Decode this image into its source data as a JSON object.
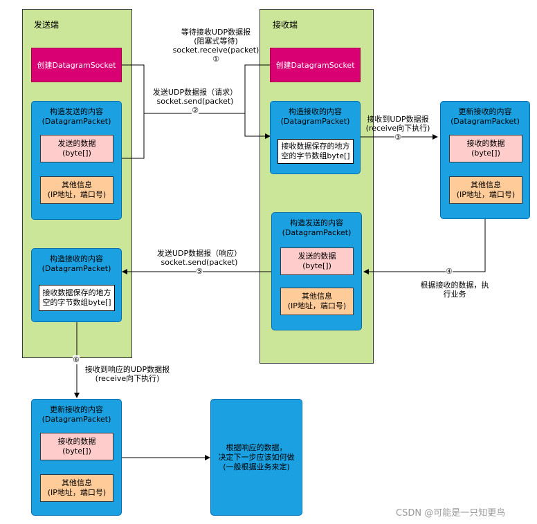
{
  "sender_lane": {
    "title": "发送端"
  },
  "receiver_lane": {
    "title": "接收端"
  },
  "sender_socket": "创建DatagramSocket",
  "receiver_socket": "创建DatagramSocket",
  "sender_send_packet": {
    "title": [
      "构造发送的内容",
      "(DatagramPacket)"
    ],
    "data": [
      "发送的数据",
      "(byte[])"
    ],
    "info": [
      "其他信息",
      "(IP地址，端口号)"
    ]
  },
  "receiver_recv_packet": {
    "title": [
      "构造接收的内容",
      "(DatagramPacket)"
    ],
    "buffer": [
      "接收数据保存的地方",
      "空的字节数组byte[]"
    ]
  },
  "receiver_updated_packet": {
    "title": [
      "更新接收的内容",
      "(DatagramPacket)"
    ],
    "data": [
      "接收的数据",
      "(byte[])"
    ],
    "info": [
      "其他信息",
      "(IP地址，端口号)"
    ]
  },
  "receiver_send_packet": {
    "title": [
      "构造发送的内容",
      "(DatagramPacket)"
    ],
    "data": [
      "发送的数据",
      "(byte[])"
    ],
    "info": [
      "其他信息",
      "(IP地址，端口号)"
    ]
  },
  "sender_recv_packet": {
    "title": [
      "构造接收的内容",
      "(DatagramPacket)"
    ],
    "buffer": [
      "接收数据保存的地方",
      "空的字节数组byte[]"
    ]
  },
  "sender_updated_packet": {
    "title": [
      "更新接收的内容",
      "(DatagramPacket)"
    ],
    "data": [
      "接收的数据",
      "(byte[])"
    ],
    "info": [
      "其他信息",
      "(IP地址，端口号)"
    ]
  },
  "decision_box": [
    "根据响应的数据，",
    "决定下一步应该如何做",
    "(一般根据业务来定)"
  ],
  "labels": {
    "wait": [
      "等待接收UDP数据报",
      "(阻塞式等待)",
      "socket.receive(packet)"
    ],
    "step1": "①",
    "send_request": [
      "发送UDP数据报（请求）",
      "socket.send(packet)"
    ],
    "step2": "②",
    "received": [
      "接收到UDP数据报",
      "(receive向下执行)"
    ],
    "step3": "③",
    "step4": "④",
    "business": [
      "根据接收的数据，执",
      "行业务"
    ],
    "send_response": [
      "发送UDP数据报（响应）",
      "socket.send(packet)"
    ],
    "step5": "⑤",
    "step6": "⑥",
    "received_response": [
      "接收到响应的UDP数据报",
      "(receive向下执行)"
    ]
  },
  "watermark": "CSDN @可能是一只知更鸟"
}
